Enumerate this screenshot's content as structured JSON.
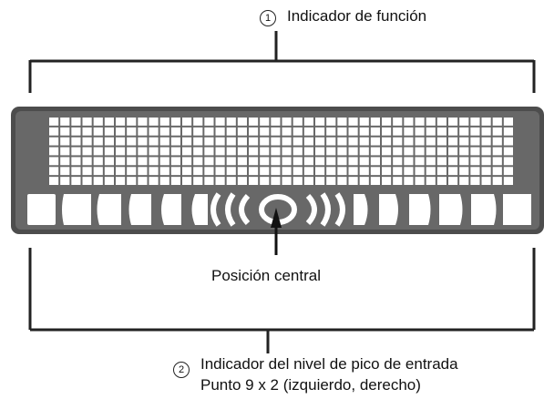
{
  "callouts": {
    "function_indicator": {
      "number": "1",
      "label": "Indicador de función"
    },
    "center_position": {
      "label": "Posición central"
    },
    "peak_level": {
      "number": "2",
      "line1": "Indicador del nivel de pico de entrada",
      "line2": "Punto 9 x 2 (izquierdo, derecho)"
    }
  },
  "display": {
    "dot_matrix": {
      "columns": 42,
      "rows": 7
    },
    "peak_meter": {
      "dots_per_channel": 9,
      "channels": [
        "izquierdo",
        "derecho"
      ]
    }
  },
  "colors": {
    "panel_outer": "#555555",
    "panel_inner": "#6a6a6a",
    "dots": "#ffffff",
    "lines": "#222222"
  }
}
